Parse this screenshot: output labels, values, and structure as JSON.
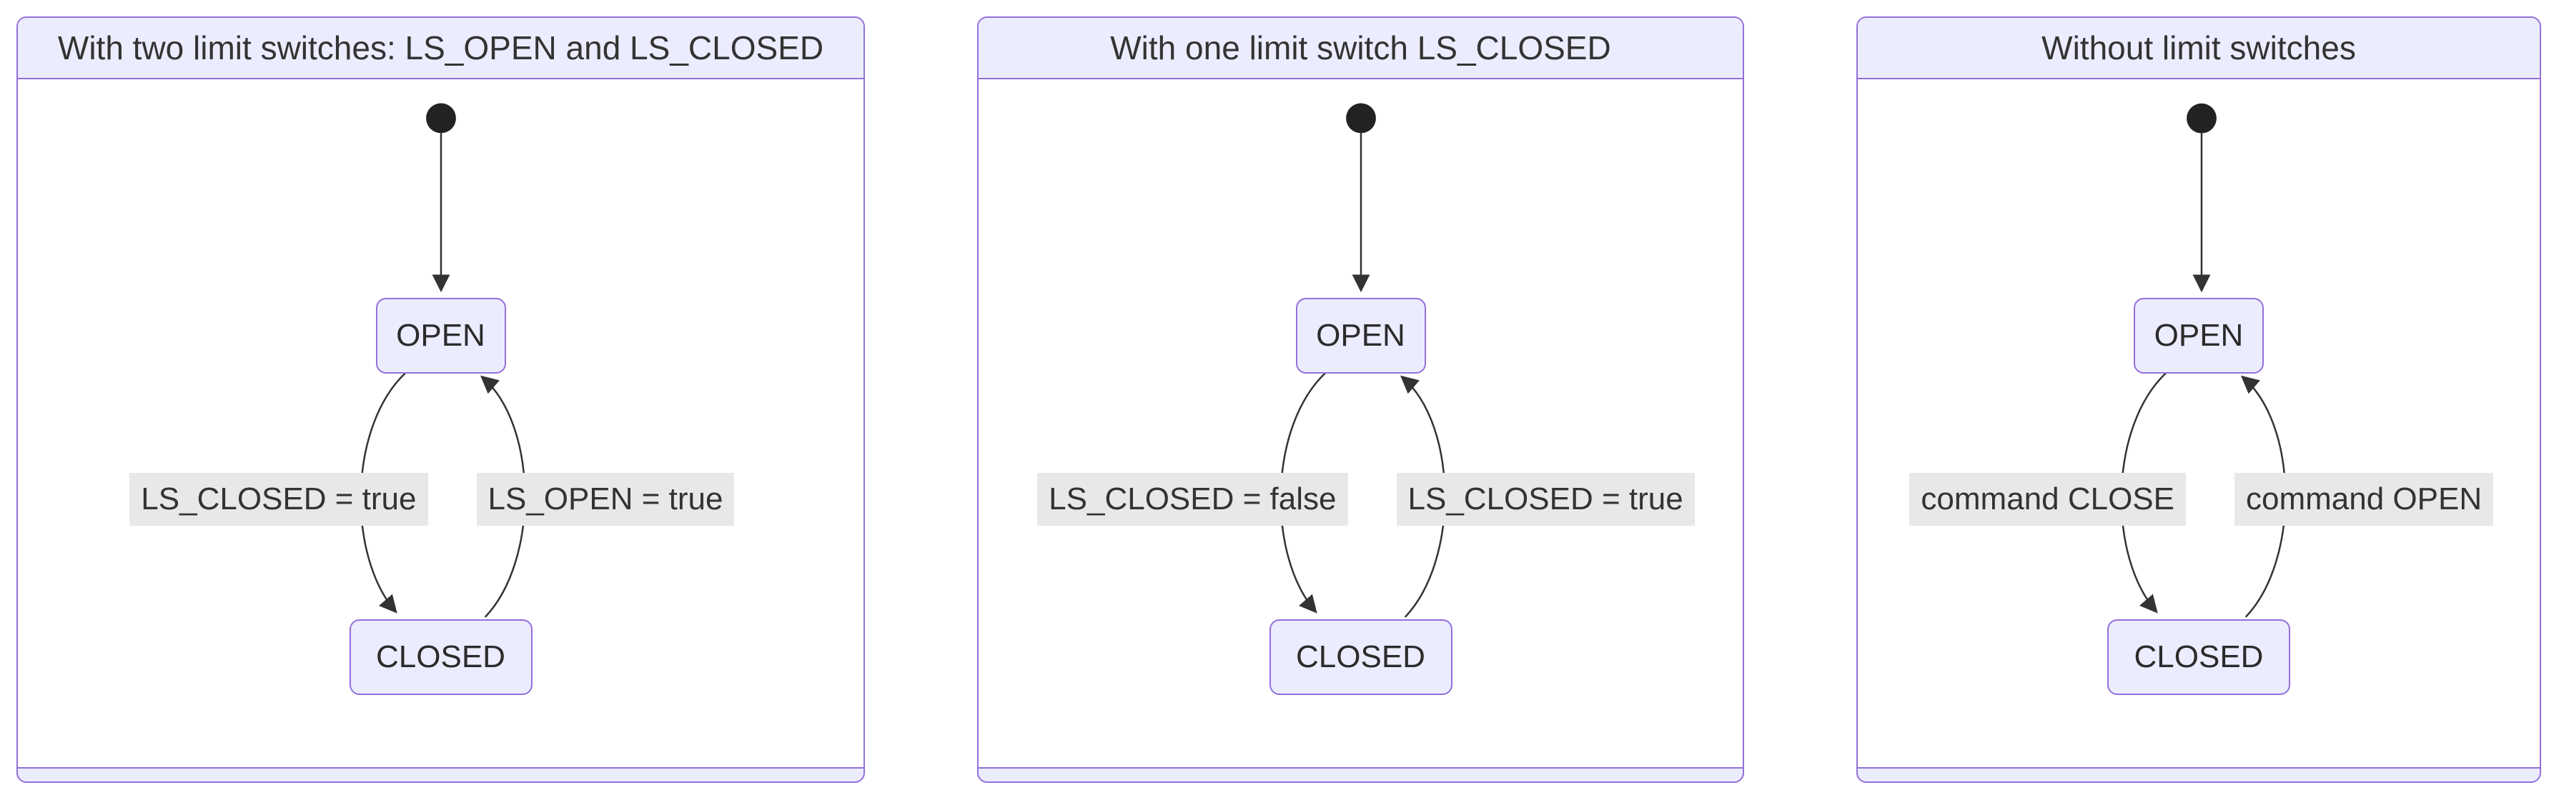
{
  "colors": {
    "accent_border": "#9370DB",
    "state_fill": "#ECECFF",
    "edge_label_bg": "#e8e8e8",
    "line_color": "#333333",
    "text_color": "#333333"
  },
  "diagrams": [
    {
      "title": "With two limit switches: LS_OPEN and LS_CLOSED",
      "states": {
        "open": "OPEN",
        "closed": "CLOSED"
      },
      "transitions": {
        "open_to_closed": "LS_CLOSED = true",
        "closed_to_open": "LS_OPEN = true"
      }
    },
    {
      "title": "With one limit switch LS_CLOSED",
      "states": {
        "open": "OPEN",
        "closed": "CLOSED"
      },
      "transitions": {
        "open_to_closed": "LS_CLOSED = false",
        "closed_to_open": "LS_CLOSED = true"
      }
    },
    {
      "title": "Without limit switches",
      "states": {
        "open": "OPEN",
        "closed": "CLOSED"
      },
      "transitions": {
        "open_to_closed": "command CLOSE",
        "closed_to_open": "command OPEN"
      }
    }
  ]
}
